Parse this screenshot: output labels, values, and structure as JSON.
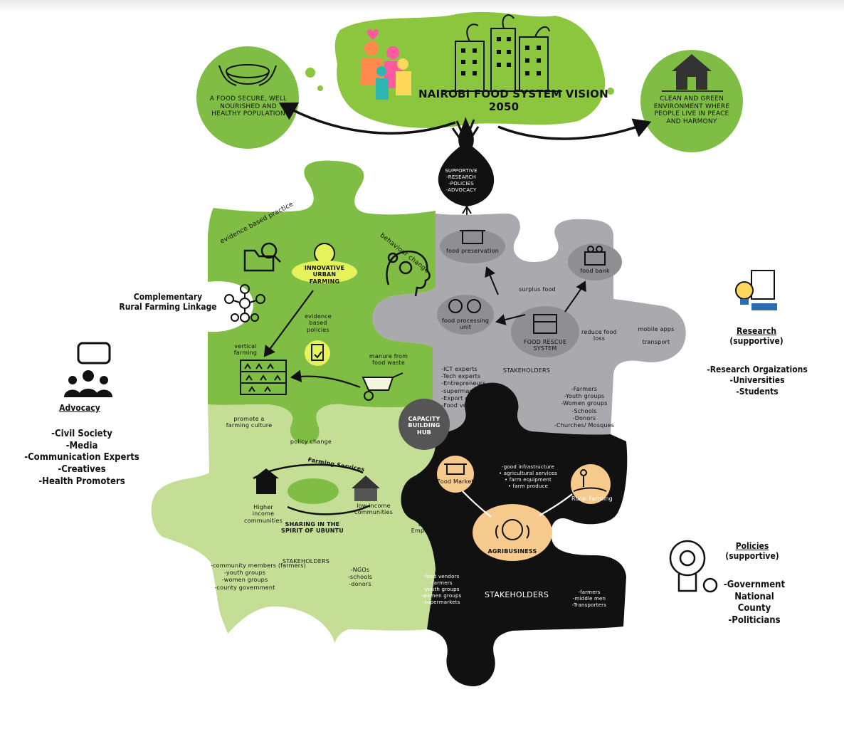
{
  "vision": {
    "title": "NAIROBI FOOD SYSTEM VISION",
    "year": "2050",
    "left_goal": "A FOOD SECURE, WELL NOURISHED AND HEALTHY POPULATION",
    "right_goal": "CLEAN AND GREEN ENVIRONMENT WHERE PEOPLE LIVE IN PEACE AND HARMONY",
    "root_lines": [
      "SUPPORTIVE",
      "-RESEARCH",
      "-POLICIES",
      "-ADVOCACY"
    ]
  },
  "urban_farming": {
    "evidence_practice": "evidence based practice",
    "behaviour_change": "behaviour change",
    "innovative": "INNOVATIVE URBAN FARMING",
    "evidence_policies": "evidence based policies",
    "vertical_farming": "vertical farming",
    "manure": "manure from food waste"
  },
  "food_rescue": {
    "preservation": "food preservation",
    "food_bank": "food bank",
    "surplus": "surplus food",
    "processing": "food processing unit",
    "system": "FOOD RESCUE SYSTEM",
    "reduce": "reduce food loss",
    "mobile": "mobile apps",
    "transport": "transport",
    "stakeholders_label": "STAKEHOLDERS",
    "left_list": [
      "-ICT experts",
      "-Tech experts",
      "-Entrepreneurs",
      "-supermarkets",
      "-Export companies",
      "-Food vendors"
    ],
    "right_list": [
      "-Farmers",
      "-Youth groups",
      "-Women groups",
      "-Schools",
      "-Donors",
      "-Churches/ Mosques"
    ]
  },
  "ubuntu": {
    "promote": "promote a farming culture",
    "policy_change": "policy change",
    "farming_services": "Farming Services",
    "higher": "Higher income communities",
    "low": "low income communities",
    "sharing": "SHARING IN THE SPIRIT OF UBUNTU",
    "stakeholders_label": "STAKEHOLDERS",
    "left_list": [
      "-community members (farmers)",
      "-youth groups",
      "-women groups",
      "-county government"
    ],
    "right_list": [
      "-NGOs",
      "-schools",
      "-donors"
    ]
  },
  "agribusiness": {
    "hub": "CAPACITY BUILDING HUB",
    "food_market": "Food Market",
    "rural": "Rural Farming",
    "services": [
      "-good infrastructure",
      "• agricultural services",
      "• farm equipment",
      "• farm produce"
    ],
    "econ": "Economic Empowerment",
    "label": "AGRIBUSINESS",
    "stakeholders_label": "STAKEHOLDERS",
    "left_list": [
      "-food vendors",
      "-farmers",
      "-youth groups",
      "-women groups",
      "-supermarkets"
    ],
    "right_list": [
      "-farmers",
      "-middle men",
      "-Transporters"
    ]
  },
  "side": {
    "rural_link": [
      "Complementary",
      "Rural Farming Linkage"
    ],
    "advocacy_title": "Advocacy",
    "advocacy_list": [
      "-Civil Society",
      "-Media",
      "-Communication Experts",
      "-Creatives",
      "-Health Promoters"
    ],
    "research_title": "Research",
    "research_sub": "(supportive)",
    "research_list": [
      "-Research Orgaizations",
      "-Universities",
      "-Students"
    ],
    "policies_title": "Policies",
    "policies_sub": "(supportive)",
    "policies_list": [
      "-Government",
      "National",
      "County",
      "-Politicians"
    ]
  },
  "colors": {
    "green": "#7fbd45",
    "bright_green": "#8cc63f",
    "light_green": "#c5de95",
    "grey": "#a9a9ae",
    "dark_grey": "#8e8e93",
    "black": "#111111",
    "peach": "#f6c98c",
    "yellow": "#e6f25a"
  }
}
